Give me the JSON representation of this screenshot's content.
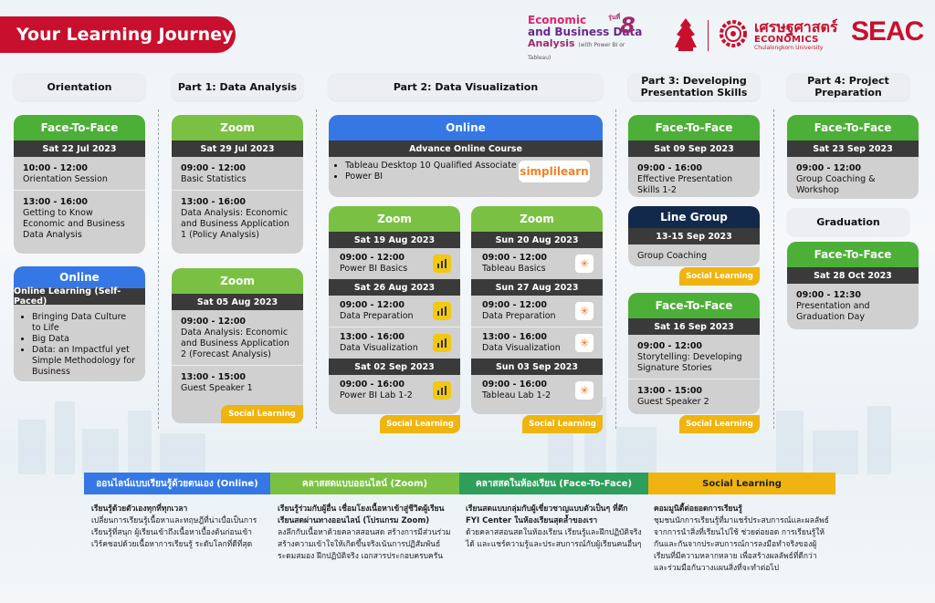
{
  "title": "Your Learning Journey",
  "logos": {
    "eco_line1": "Economic",
    "eco_line2": "and Business Data",
    "eco_line3": "Analysis",
    "eco_sub": "(with Power BI or Tableau)",
    "eco_num": "8",
    "eco_num_prefix": "รุ่นที่",
    "econ_th": "เศรษฐศาสตร์",
    "econ_en": "ECONOMICS",
    "econ_uni": "Chulalongkorn University",
    "seac": "SEAC"
  },
  "sections": {
    "orientation": "Orientation",
    "part1": "Part 1: Data Analysis",
    "part2": "Part 2: Data Visualization",
    "part3": "Part 3: Developing Presentation Skills",
    "part4": "Part 4: Project Preparation",
    "graduation": "Graduation"
  },
  "orientation_card": {
    "mode": "Face-To-Face",
    "date": "Sat 22 Jul 2023",
    "s1_time": "10:00 - 12:00",
    "s1_title": "Orientation Session",
    "s2_time": "13:00 - 16:00",
    "s2_title": "Getting to Know Economic and Business Data Analysis"
  },
  "online_card": {
    "mode": "Online",
    "sub": "Online Learning (Self-Paced)",
    "items": [
      "Bringing Data Culture to Life",
      "Big Data",
      "Data: an Impactful yet Simple Methodology for Business"
    ]
  },
  "p1_card1": {
    "mode": "Zoom",
    "date": "Sat 29 Jul 2023",
    "s1_time": "09:00 - 12:00",
    "s1_title": "Basic Statistics",
    "s2_time": "13:00 - 16:00",
    "s2_title": "Data Analysis: Economic and Business Application 1 (Policy Analysis)"
  },
  "p1_card2": {
    "mode": "Zoom",
    "date": "Sat 05 Aug 2023",
    "s1_time": "09:00 - 12:00",
    "s1_title": "Data Analysis: Economic and Business Application 2 (Forecast Analysis)",
    "s2_time": "13:00 - 15:00",
    "s2_title": "Guest Speaker 1",
    "tag": "Social Learning"
  },
  "p2_online": {
    "mode": "Online",
    "sub": "Advance Online Course",
    "items": [
      "Tableau Desktop 10 Qualified Associate",
      "Power BI"
    ],
    "brand": "simplilearn"
  },
  "p2_pbi": {
    "mode": "Zoom",
    "d1": "Sat 19 Aug 2023",
    "d1_time": "09:00 - 12:00",
    "d1_title": "Power BI Basics",
    "d2": "Sat 26 Aug 2023",
    "d2_s1_time": "09:00 - 12:00",
    "d2_s1_title": "Data Preparation",
    "d2_s2_time": "13:00 - 16:00",
    "d2_s2_title": "Data Visualization",
    "d3": "Sat 02 Sep 2023",
    "d3_time": "09:00 - 16:00",
    "d3_title": "Power BI Lab 1-2",
    "icon_label": "Power BI",
    "tag": "Social Learning"
  },
  "p2_tab": {
    "mode": "Zoom",
    "d1": "Sun 20 Aug 2023",
    "d1_time": "09:00 - 12:00",
    "d1_title": "Tableau Basics",
    "d2": "Sun 27 Aug 2023",
    "d2_s1_time": "09:00 - 12:00",
    "d2_s1_title": "Data Preparation",
    "d2_s2_time": "13:00 - 16:00",
    "d2_s2_title": "Data Visualization",
    "d3": "Sun 03 Sep 2023",
    "d3_time": "09:00 - 16:00",
    "d3_title": "Tableau Lab 1-2",
    "tag": "Social Learning"
  },
  "p3_card1": {
    "mode": "Face-To-Face",
    "date": "Sat 09 Sep 2023",
    "s1_time": "09:00 - 16:00",
    "s1_title": "Effective Presentation Skills 1-2"
  },
  "p3_card2": {
    "mode": "Line Group",
    "date": "13-15 Sep 2023",
    "s1_title": "Group Coaching",
    "tag": "Social Learning"
  },
  "p3_card3": {
    "mode": "Face-To-Face",
    "date": "Sat 16 Sep 2023",
    "s1_time": "09:00 - 12:00",
    "s1_title": "Storytelling: Developing Signature Stories",
    "s2_time": "13:00 - 15:00",
    "s2_title": "Guest Speaker 2",
    "tag": "Social Learning"
  },
  "p4_card1": {
    "mode": "Face-To-Face",
    "date": "Sat 23 Sep 2023",
    "s1_time": "09:00 - 12:00",
    "s1_title": "Group Coaching & Workshop"
  },
  "grad_card": {
    "mode": "Face-To-Face",
    "date": "Sat 28 Oct 2023",
    "s1_time": "09:00 - 12:30",
    "s1_title": "Presentation and Graduation Day"
  },
  "legend": [
    {
      "head": "ออนไลน์แบบเรียนรู้ด้วยตนเอง (Online)",
      "lead": "เรียนรู้ด้วยตัวเองทุกที่ทุกเวลา",
      "body": "เปลี่ยนการเรียนรู้เนื้อหาและทฤษฎีที่น่าเบื่อเป็นการเรียนรู้ที่สนุก ผู้เรียนเข้าถึงเนื้อหาเบื้องต้นก่อนเข้าเวิร์คชอปด้วยเนื้อหาการเรียนรู้ ระดับโลกที่ดีที่สุด"
    },
    {
      "head": "คลาสสดแบบออนไลน์ (Zoom)",
      "lead": "เรียนรู้ร่วมกับผู้อื่น เชื่อมโยงเนื้อหาเข้าสู่ชีวิตผู้เรียน เรียนสดผ่านทางออนไลน์ (โปรแกรม Zoom)",
      "body": "ลงลึกกับเนื้อหาด้วยคลาสสอนสด สร้างการมีส่วนร่วม สร้างความเข้าใจให้เกิดขึ้นจริงเน้นการปฏิสัมพันธ์ ระดมสมอง ฝึกปฏิบัติจริง เอกสารประกอบครบครัน"
    },
    {
      "head": "คลาสสดในห้องเรียน (Face-To-Face)",
      "lead": "เรียนสดแบบกลุ่มกับผู้เชี่ยวชาญแบบตัวเป็นๆ ที่ตึก FYI Center ในห้องเรียนสุดล้ำของเรา",
      "body": "ด้วยคลาสสอนสดในห้องเรียน เรียนรู้และฝึกปฏิบัติจริงได้ และแชร์ความรู้และประสบการณ์กับผู้เรียนคนอื่นๆ"
    },
    {
      "head": "Social Learning",
      "lead": "คอมมูนิตี้ต่อยอดการเรียนรู้",
      "body": "ชุมชนนักการเรียนรู้ที่มาแชร์ประสบการณ์และผลลัพธ์จากการนำสิ่งที่เรียนไปใช้ ช่วยต่อยอด การเรียนรู้ให้กันและกันจากประสบการณ์การลงมือทำจริงของผู้เรียนที่มีความหลากหลาย เพื่อสร้างผลลัพธ์ที่ดีกว่า และร่วมมือกันวางแผนสิ่งที่จะทำต่อไป"
    }
  ],
  "colors": {
    "brand_red": "#c8102e",
    "online_blue": "#3578e5",
    "zoom_green": "#7ac143",
    "f2f_green": "#2e9e5b",
    "social_yellow": "#efb40f"
  }
}
